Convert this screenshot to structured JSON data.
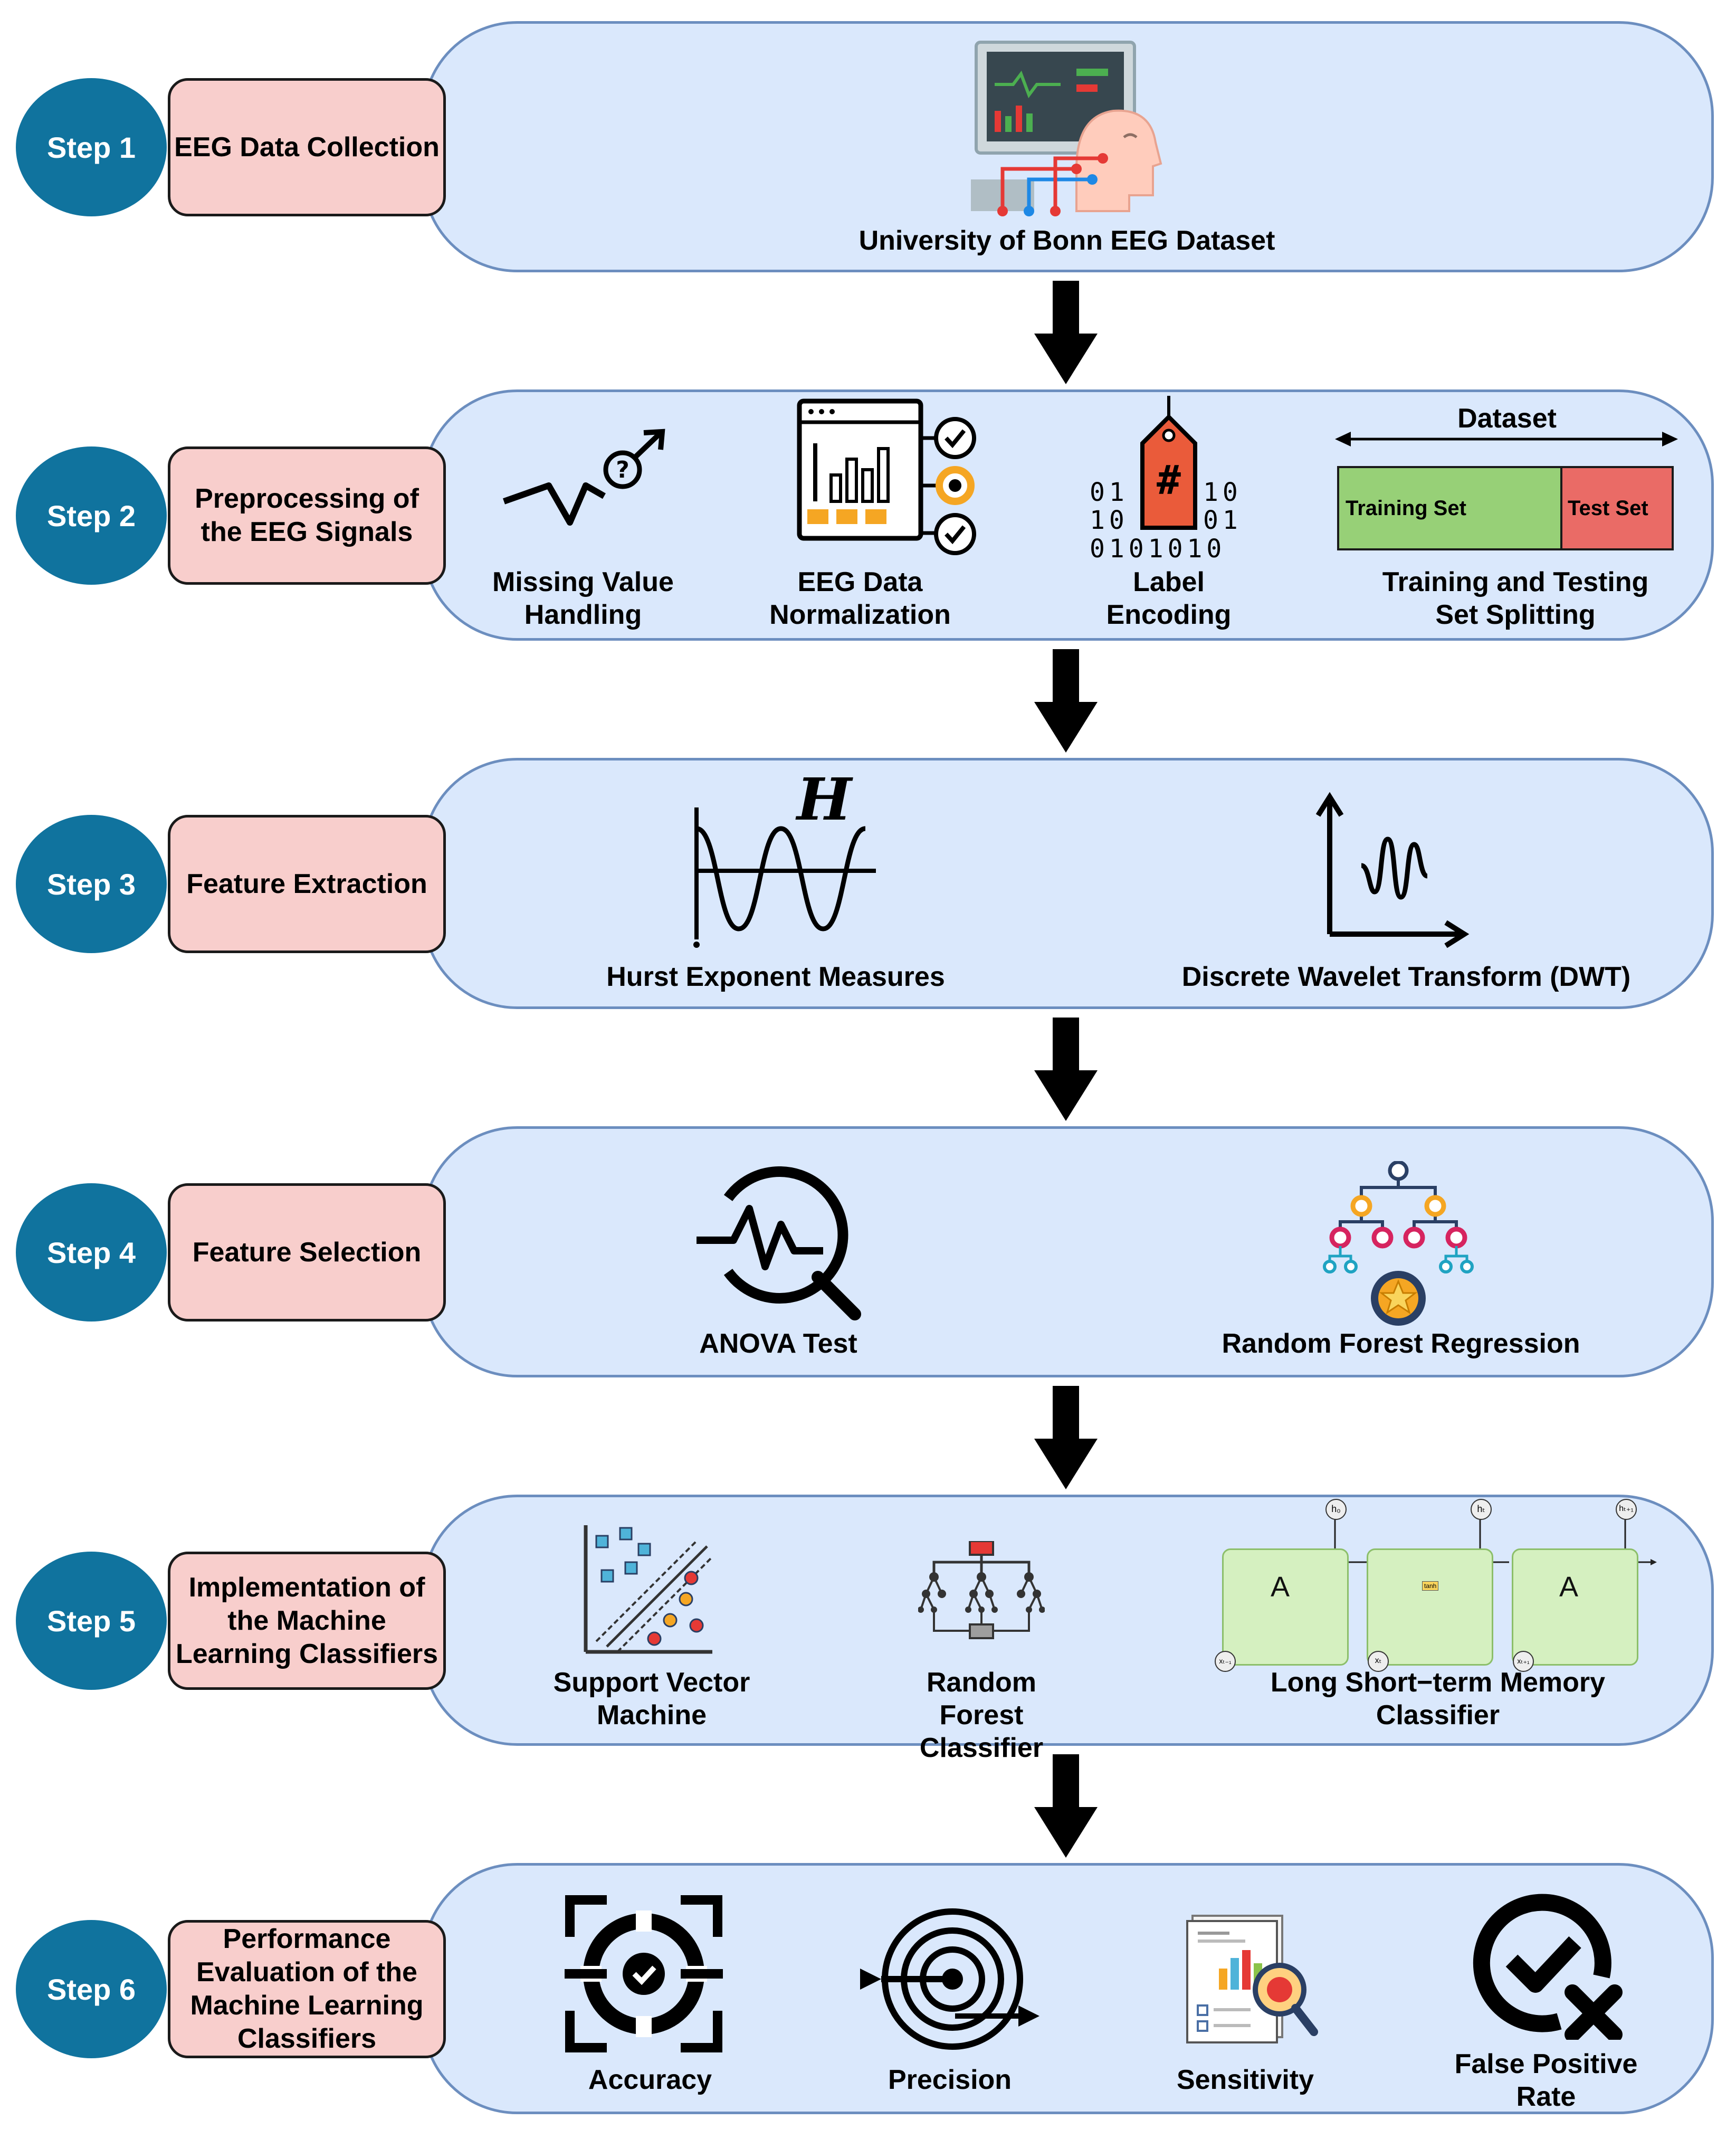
{
  "steps": [
    {
      "step": "Step 1",
      "title": "EEG Data Collection",
      "items": [
        {
          "label": "University of Bonn EEG Dataset",
          "icon": "eeg-monitor-head-icon"
        }
      ]
    },
    {
      "step": "Step 2",
      "title": "Preprocessing of the EEG Signals",
      "items": [
        {
          "label": "Missing Value Handling",
          "icon": "missing-value-trend-icon"
        },
        {
          "label": "EEG Data Normalization",
          "icon": "data-normalization-icon"
        },
        {
          "label": "Label Encoding",
          "icon": "label-tag-binary-icon"
        },
        {
          "label": "Training and Testing Set Splitting",
          "icon": "dataset-split-icon"
        }
      ],
      "split": {
        "dataset_label": "Dataset",
        "training_label": "Training Set",
        "test_label": "Test Set",
        "tag_symbol": "#",
        "binary": [
          "01",
          "10",
          "10",
          "01",
          "0101010"
        ]
      }
    },
    {
      "step": "Step 3",
      "title": "Feature Extraction",
      "items": [
        {
          "label": "Hurst Exponent Measures",
          "icon": "hurst-wave-icon",
          "symbol": "H"
        },
        {
          "label": "Discrete Wavelet Transform (DWT)",
          "icon": "wavelet-axes-icon"
        }
      ]
    },
    {
      "step": "Step 4",
      "title": "Feature Selection",
      "items": [
        {
          "label": "ANOVA Test",
          "icon": "anova-magnifier-icon"
        },
        {
          "label": "Random Forest Regression",
          "icon": "random-forest-tree-icon"
        }
      ]
    },
    {
      "step": "Step 5",
      "title": "Implementation of the Machine Learning Classifiers",
      "items": [
        {
          "label": "Support Vector Machine",
          "icon": "svm-scatter-icon"
        },
        {
          "label": "Random Forest Classifier",
          "icon": "forest-classifier-icon"
        },
        {
          "label": "Long Short−term Memory Classifier",
          "icon": "lstm-diagram-icon"
        }
      ],
      "lstm": {
        "cell_label": "A",
        "outputs": [
          "h₀",
          "hₜ",
          "hₜ₊₁"
        ],
        "inputs": [
          "xₜ₋₁",
          "xₜ",
          "xₜ₊₁"
        ],
        "gate_label": "tanh"
      }
    },
    {
      "step": "Step 6",
      "title": "Performance Evaluation of the Machine Learning Classifiers",
      "items": [
        {
          "label": "Accuracy",
          "icon": "accuracy-target-icon"
        },
        {
          "label": "Precision",
          "icon": "precision-dartboard-icon"
        },
        {
          "label": "Sensitivity",
          "icon": "sensitivity-report-icon"
        },
        {
          "label": "False Positive Rate",
          "icon": "false-positive-icon"
        }
      ]
    }
  ],
  "colors": {
    "panel_fill": "#dae8fc",
    "panel_border": "#6c8ebf",
    "step_oval": "#10739e",
    "label_fill": "#f8cecc",
    "train": "#97d077",
    "test": "#ea6b66"
  }
}
